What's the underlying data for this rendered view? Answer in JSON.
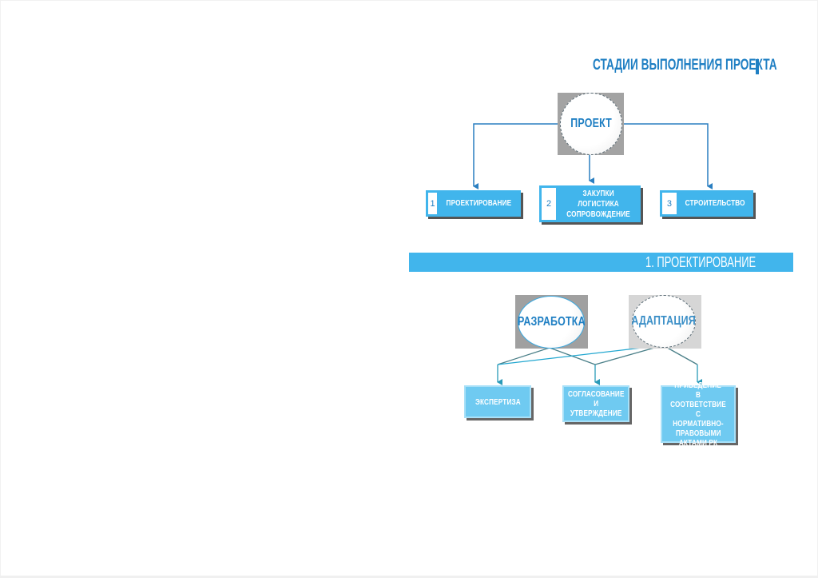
{
  "header": {
    "title": "СТАДИИ ВЫПОЛНЕНИЯ ПРОЕКТА"
  },
  "top_diagram": {
    "root": {
      "label": "ПРОЕКТ"
    },
    "stages": [
      {
        "number": "1",
        "label": "ПРОЕКТИРОВАНИЕ"
      },
      {
        "number": "2",
        "lines": [
          "ЗАКУПКИ",
          "ЛОГИСТИКА",
          "СОПРОВОЖДЕНИЕ"
        ]
      },
      {
        "number": "3",
        "label": "СТРОИТЕЛЬСТВО"
      }
    ]
  },
  "section": {
    "title": "1. ПРОЕКТИРОВАНИЕ"
  },
  "bottom_diagram": {
    "sources": [
      {
        "label": "РАЗРАБОТКА"
      },
      {
        "label": "АДАПТАЦИЯ"
      }
    ],
    "tasks": [
      {
        "lines": [
          "ЭКСПЕРТИЗА"
        ]
      },
      {
        "lines": [
          "СОГЛАСОВАНИЕ",
          "И УТВЕРЖДЕНИЕ"
        ]
      },
      {
        "lines": [
          "ПРИВЕДЕНИЕ",
          "В СООТВЕТСТВИЕ",
          "С НОРМАТИВНО-",
          "ПРАВОВЫМИ",
          "АКТАМИ РК"
        ]
      }
    ]
  },
  "colors": {
    "accent_dark": "#1f7fc3",
    "accent_bar": "#41b5ec",
    "task_fill": "#6fcaf1",
    "connector_teal": "#2aa6c9"
  }
}
